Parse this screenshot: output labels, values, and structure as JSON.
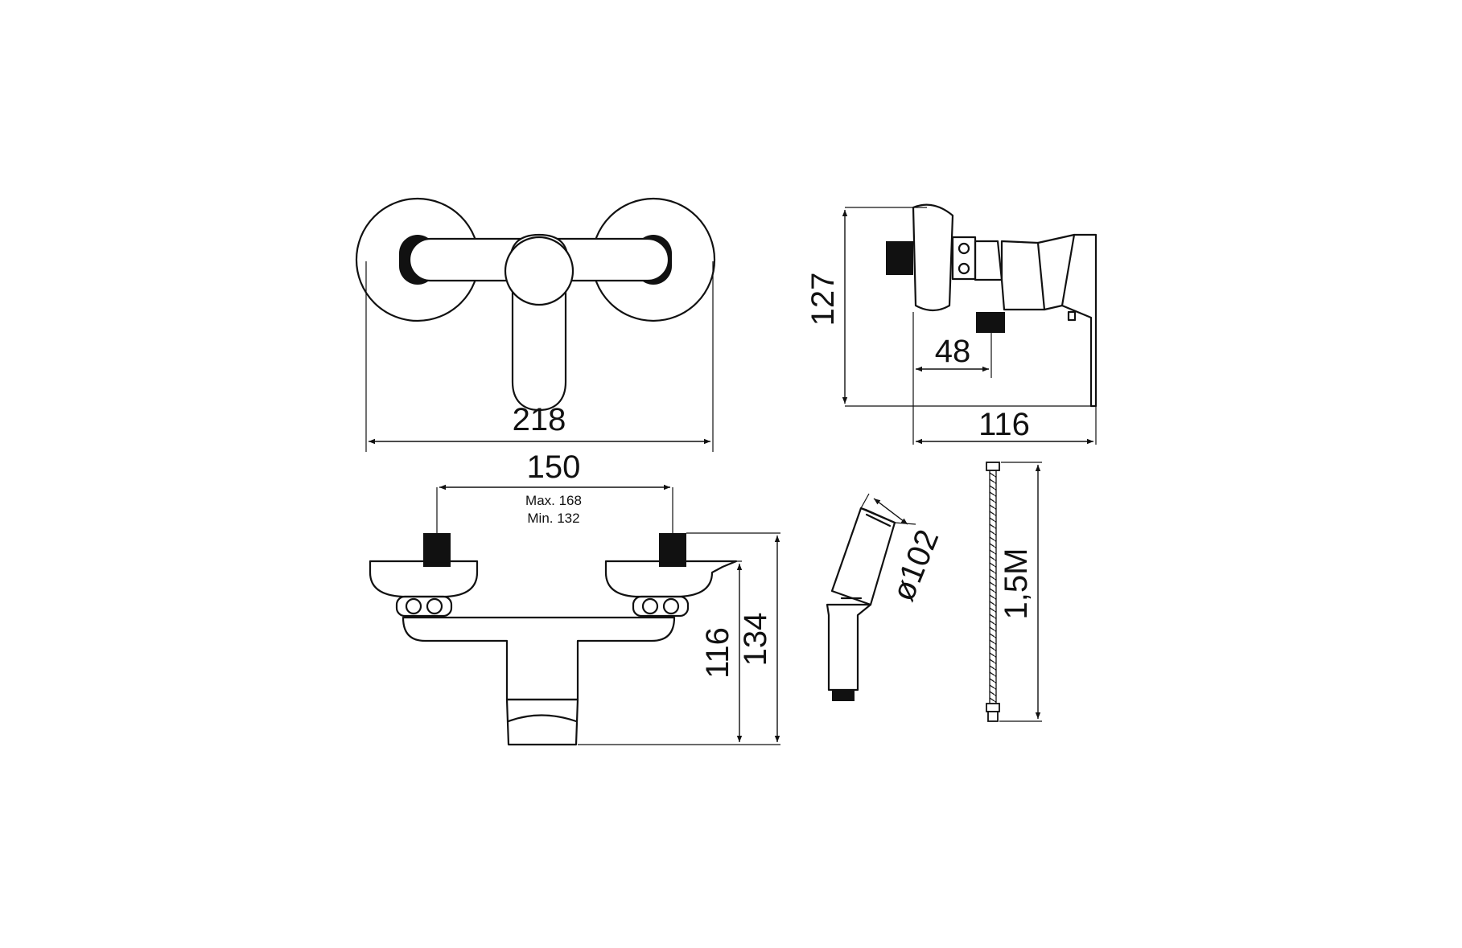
{
  "dimensions": {
    "front_width": "218",
    "side_depth": "116",
    "side_height": "127",
    "side_outlet_offset": "48",
    "inlet_spacing": "150",
    "inlet_spacing_max": "Max. 168",
    "inlet_spacing_min": "Min. 132",
    "bottom_height_outlet": "116",
    "bottom_height_total": "134",
    "hand_shower_diameter": "ø102",
    "hose_length": "1,5M"
  },
  "colors": {
    "line": "#111111",
    "background": "#ffffff"
  }
}
